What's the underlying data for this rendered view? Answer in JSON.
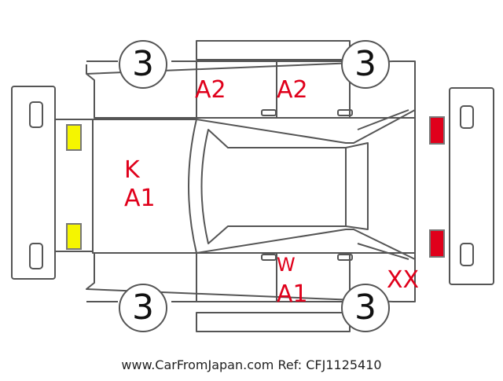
{
  "colors": {
    "line": "#555555",
    "annotation": "#e0001b",
    "front_lamp": "#f5f500",
    "rear_lamp": "#e0001b"
  },
  "wheels": [
    "3",
    "3",
    "3",
    "3"
  ],
  "annotations": {
    "left_door_front": "A2",
    "left_door_rear": "A2",
    "hood_1": "K",
    "hood_2": "A1",
    "right_door_1": "W",
    "right_door_2": "A1",
    "rear_corner": "XX"
  },
  "footer": {
    "site": "www.CarFromJapan.com",
    "ref": "Ref: CFJ1125410"
  }
}
